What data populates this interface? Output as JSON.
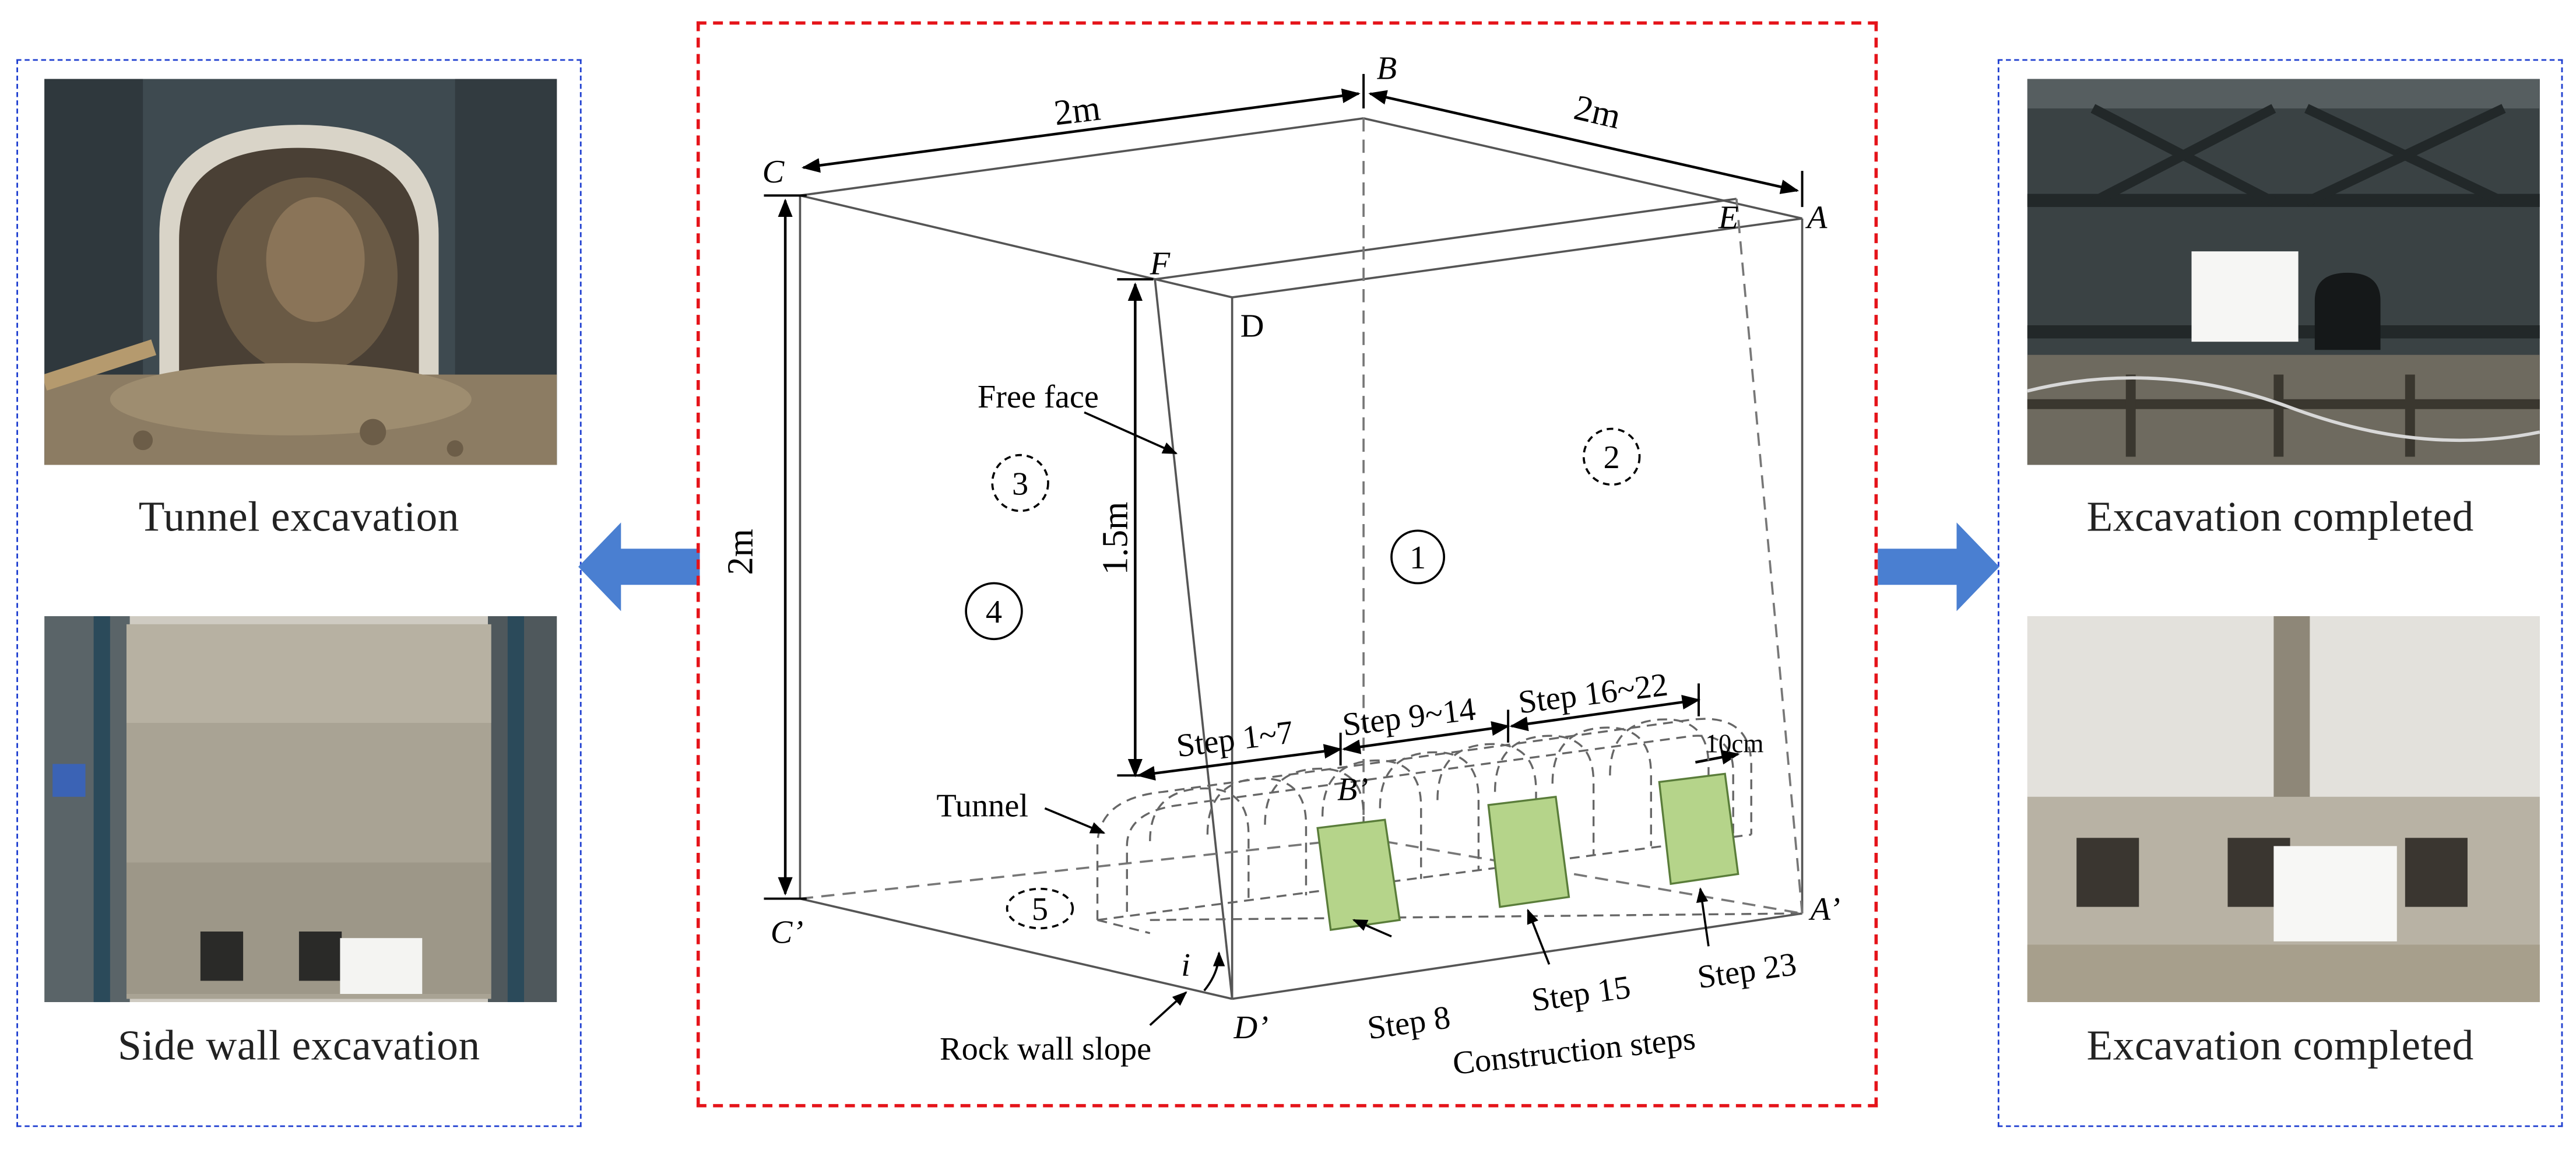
{
  "left_panel": {
    "top_caption": "Tunnel excavation",
    "bottom_caption": "Side wall excavation"
  },
  "right_panel": {
    "top_caption": "Excavation completed",
    "bottom_caption": "Excavation completed"
  },
  "diagram": {
    "vertices": {
      "A": "A",
      "B": "B",
      "C": "C",
      "D": "D",
      "E": "E",
      "F": "F",
      "A_prime": "A’",
      "B_prime": "B’",
      "C_prime": "C’",
      "D_prime": "D’"
    },
    "dimensions": {
      "top_left": "2m",
      "top_right": "2m",
      "left_height": "2m",
      "inner_height": "1.5m",
      "spacing": "10cm"
    },
    "labels": {
      "free_face": "Free face",
      "tunnel": "Tunnel",
      "rock_wall_slope": "Rock wall slope",
      "slope_symbol": "i",
      "construction_steps": "Construction steps"
    },
    "steps": {
      "group_1": "Step 1~7",
      "group_2": "Step 9~14",
      "group_3": "Step 16~22",
      "step_8": "Step 8",
      "step_15": "Step 15",
      "step_23": "Step 23"
    },
    "zones": {
      "zone_1": "1",
      "zone_2": "2",
      "zone_3": "3",
      "zone_4": "4",
      "zone_5": "5"
    }
  },
  "colors": {
    "left_right_panel_border": "#1f3fd0",
    "center_panel_border": "#e5141a",
    "arrow_fill": "#4a7fd1",
    "step_block_fill": "#b5d48a"
  }
}
